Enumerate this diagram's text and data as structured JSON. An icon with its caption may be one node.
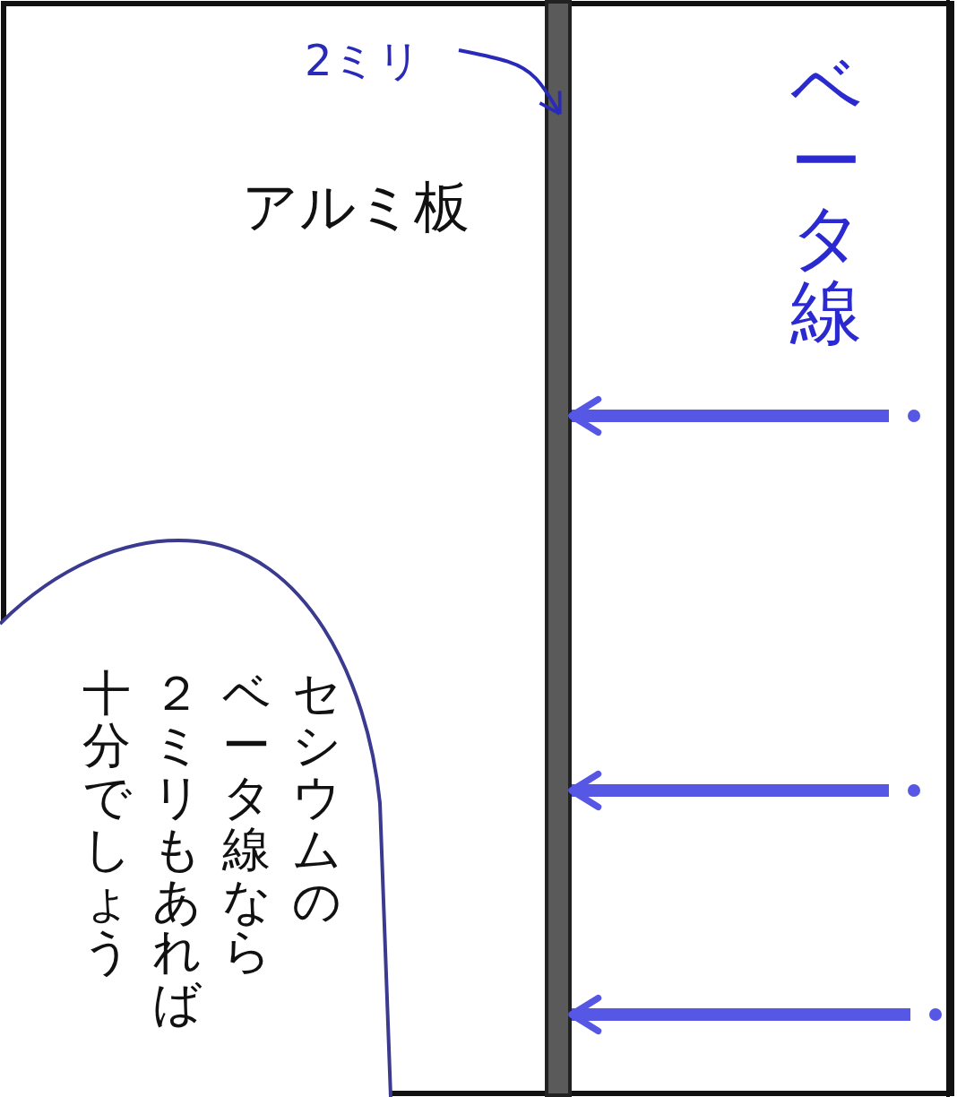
{
  "diagram": {
    "nodes": [
      {
        "text": [],
        "shape": "bar"
      },
      {
        "text": [
          "2ミリ"
        ]
      },
      {
        "text": [
          "セシウムのベータ線なら２ミリもあれば十分でしょう"
        ]
      }
    ],
    "edges": [
      {
        "from": 1,
        "to": 0,
        "arrow": "to",
        "color": "#2a2ab8"
      },
      {
        "from": null,
        "to": 0,
        "arrow": "to"
      },
      {
        "from": null,
        "to": 0,
        "arrow": "to"
      },
      {
        "from": null,
        "to": 0,
        "arrow": "to"
      }
    ],
    "labels": [
      "アルミ板",
      "ベータ線"
    ]
  }
}
